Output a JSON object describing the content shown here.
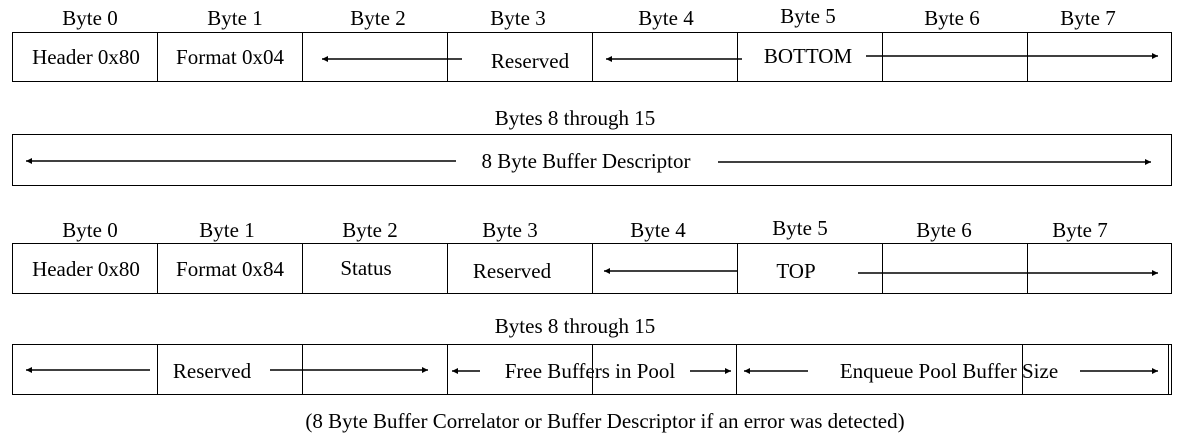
{
  "byte_labels": [
    "Byte 0",
    "Byte 1",
    "Byte 2",
    "Byte 3",
    "Byte 4",
    "Byte 5",
    "Byte 6",
    "Byte 7"
  ],
  "bytes_8_15_label": "Bytes 8 through 15",
  "request": {
    "header": "Header 0x80",
    "format": "Format 0x04",
    "reserved": "Reserved",
    "bottom": "BOTTOM",
    "descriptor": "8 Byte Buffer Descriptor"
  },
  "response": {
    "header": "Header 0x80",
    "format": "Format 0x84",
    "status": "Status",
    "reserved": "Reserved",
    "top": "TOP",
    "reserved2": "Reserved",
    "free_buffers": "Free Buffers in Pool",
    "enqueue_size": "Enqueue Pool Buffer Size"
  },
  "footnote": "(8 Byte Buffer Correlator or Buffer Descriptor if an error was detected)"
}
